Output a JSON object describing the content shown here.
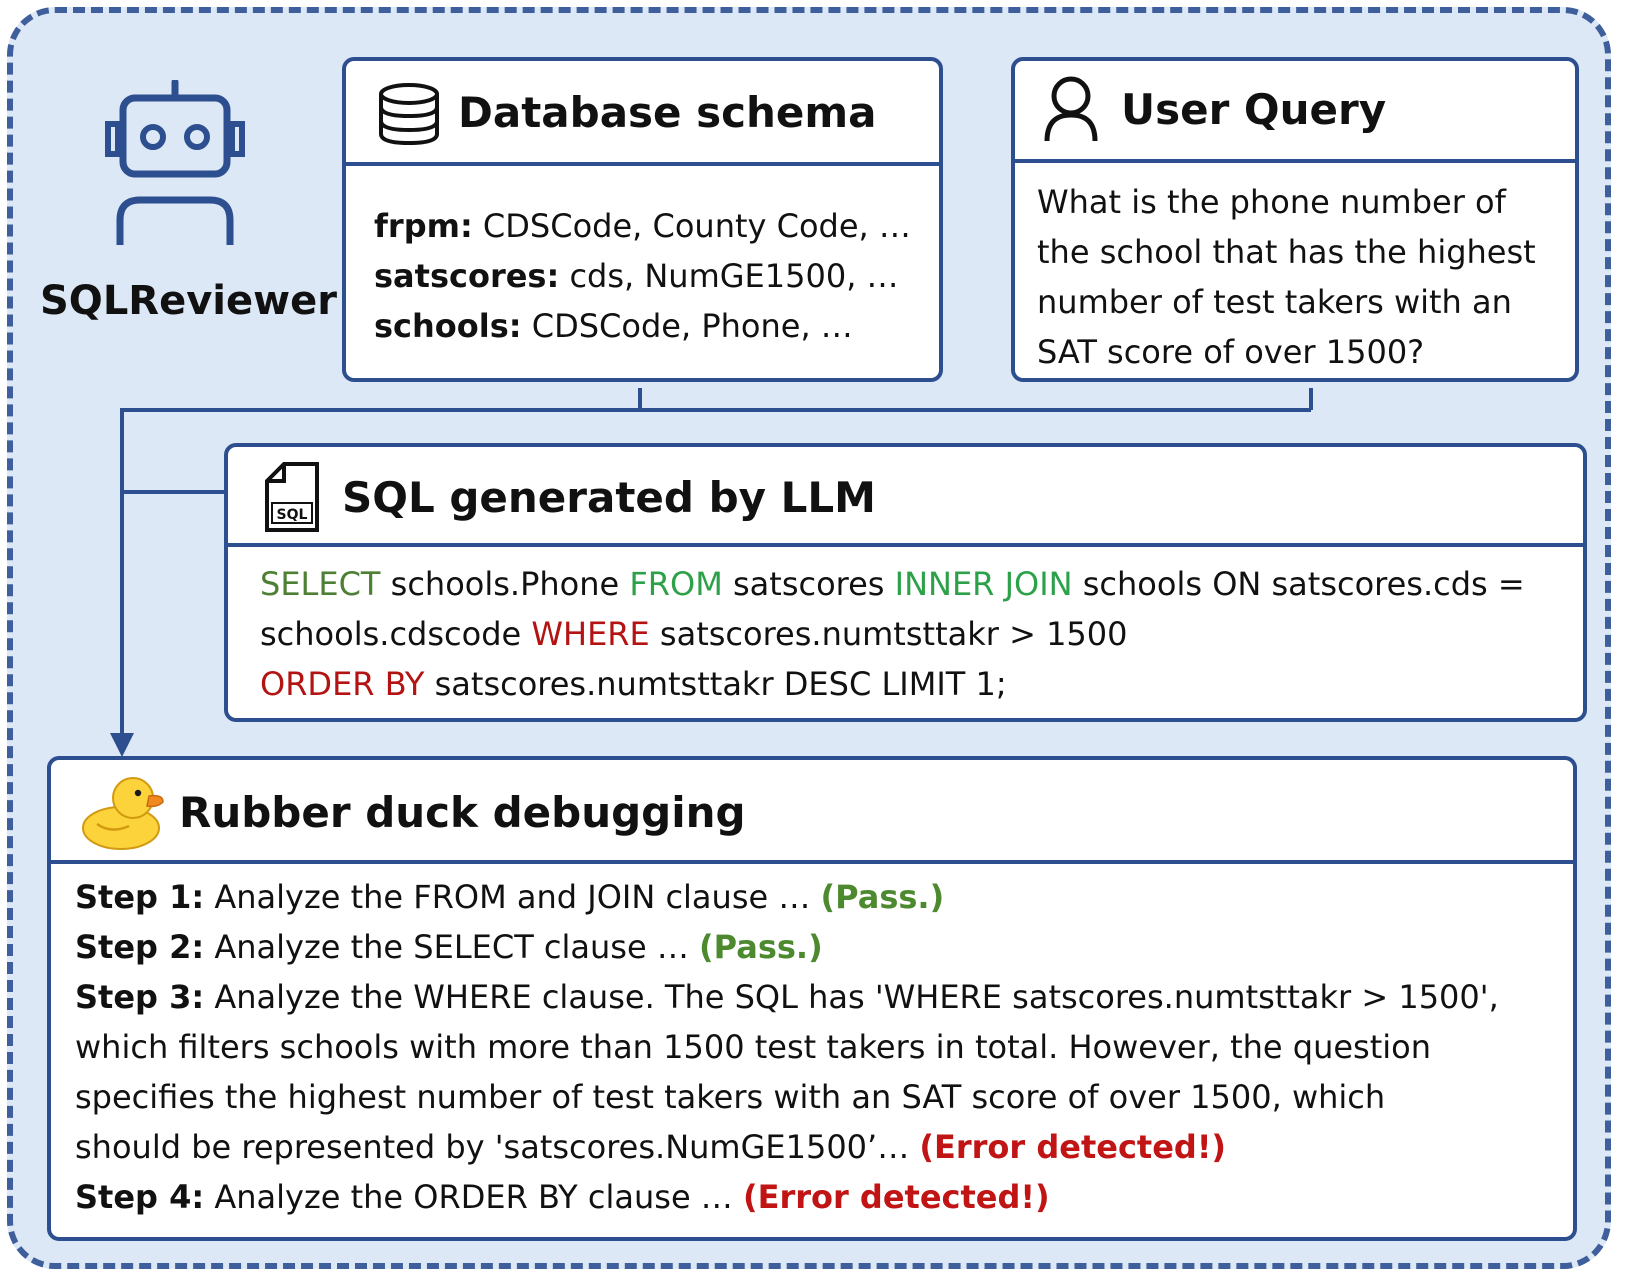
{
  "agent": {
    "name": "SQLReviewer",
    "icon": "robot-icon"
  },
  "schema": {
    "title": "Database schema",
    "icon": "database-icon",
    "rows": [
      {
        "table": "frpm:",
        "cols": " CDSCode, County Code, …"
      },
      {
        "table": "satscores:",
        "cols": " cds, NumGE1500, …"
      },
      {
        "table": "schools:",
        "cols": " CDSCode, Phone, …"
      }
    ]
  },
  "query": {
    "title": "User Query",
    "icon": "user-icon",
    "lines": [
      "What is the phone number of",
      "the school that has the highest",
      "number of test takers with an",
      "SAT score of over 1500?"
    ]
  },
  "sql": {
    "title": "SQL generated by LLM",
    "icon": "sql-file-icon",
    "line1": {
      "kw1": "SELECT",
      "t1": " schools.Phone ",
      "kw2": "FROM",
      "t2": " satscores ",
      "kw3": "INNER JOIN",
      "t3": " schools ON satscores.cds ="
    },
    "line2": {
      "t1": "schools.cdscode ",
      "kw1": "WHERE",
      "t2": " satscores.numtsttakr > 1500"
    },
    "line3": {
      "kw1": "ORDER BY",
      "t1": " satscores.numtsttakr DESC LIMIT 1;"
    }
  },
  "duck": {
    "title": "Rubber duck debugging",
    "icon": "rubber-duck-icon",
    "step1": {
      "label": "Step 1:",
      "text": " Analyze the FROM and JOIN clause … ",
      "result": "(Pass.)"
    },
    "step2": {
      "label": "Step 2:",
      "text": " Analyze the SELECT clause … ",
      "result": "(Pass.)"
    },
    "step3": {
      "label": "Step 3:",
      "text1": " Analyze the WHERE clause. The SQL has 'WHERE satscores.numtsttakr > 1500',",
      "text2": "which filters schools with more than 1500 test takers in total. However, the question",
      "text3": "specifies the highest number of test takers with an SAT score of over 1500, which",
      "text4": "should be represented by 'satscores.NumGE1500’… ",
      "result": "(Error detected!)"
    },
    "step4": {
      "label": "Step 4:",
      "text": " Analyze the ORDER BY clause … ",
      "result": "(Error detected!)"
    }
  },
  "colors": {
    "border": "#2d4f8f",
    "outer_dash": "#3e5f9c",
    "background": "#dce8f6",
    "pass": "#4d8a2f",
    "error": "#c11414",
    "sql_keyword_green": "#4d7f35",
    "sql_keyword_bright": "#2da14a",
    "sql_keyword_red": "#b31313"
  }
}
